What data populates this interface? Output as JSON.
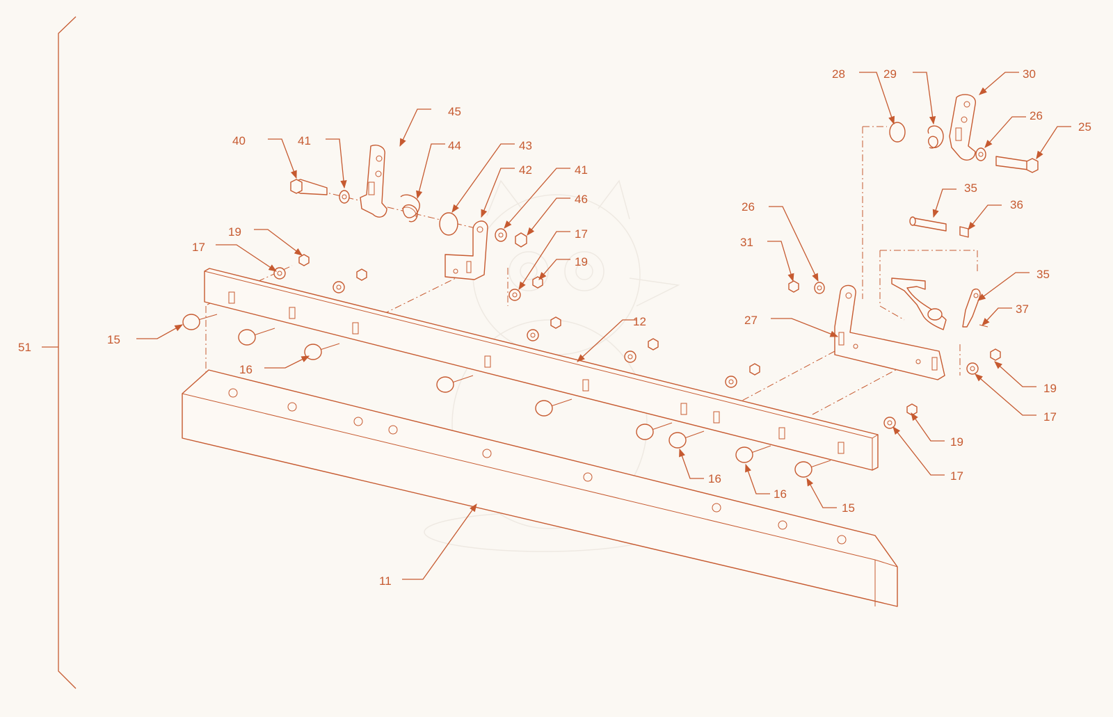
{
  "diagram": {
    "type": "exploded-parts-diagram",
    "line_color": "#c65a30",
    "background_color": "#fbf8f3",
    "assembly_label": "51",
    "callouts": [
      {
        "id": "c-51",
        "label": "51"
      },
      {
        "id": "c-40",
        "label": "40"
      },
      {
        "id": "c-41a",
        "label": "41"
      },
      {
        "id": "c-45",
        "label": "45"
      },
      {
        "id": "c-44",
        "label": "44"
      },
      {
        "id": "c-43",
        "label": "43"
      },
      {
        "id": "c-42",
        "label": "42"
      },
      {
        "id": "c-41b",
        "label": "41"
      },
      {
        "id": "c-46",
        "label": "46"
      },
      {
        "id": "c-19a",
        "label": "19"
      },
      {
        "id": "c-17a",
        "label": "17"
      },
      {
        "id": "c-17b",
        "label": "17"
      },
      {
        "id": "c-19b",
        "label": "19"
      },
      {
        "id": "c-15a",
        "label": "15"
      },
      {
        "id": "c-16a",
        "label": "16"
      },
      {
        "id": "c-12",
        "label": "12"
      },
      {
        "id": "c-11",
        "label": "11"
      },
      {
        "id": "c-28",
        "label": "28"
      },
      {
        "id": "c-29",
        "label": "29"
      },
      {
        "id": "c-30",
        "label": "30"
      },
      {
        "id": "c-26a",
        "label": "26"
      },
      {
        "id": "c-25",
        "label": "25"
      },
      {
        "id": "c-35a",
        "label": "35"
      },
      {
        "id": "c-36",
        "label": "36"
      },
      {
        "id": "c-26b",
        "label": "26"
      },
      {
        "id": "c-31",
        "label": "31"
      },
      {
        "id": "c-35b",
        "label": "35"
      },
      {
        "id": "c-37",
        "label": "37"
      },
      {
        "id": "c-27",
        "label": "27"
      },
      {
        "id": "c-19c",
        "label": "19"
      },
      {
        "id": "c-17c",
        "label": "17"
      },
      {
        "id": "c-19d",
        "label": "19"
      },
      {
        "id": "c-17d",
        "label": "17"
      },
      {
        "id": "c-16b",
        "label": "16"
      },
      {
        "id": "c-16c",
        "label": "16"
      },
      {
        "id": "c-15b",
        "label": "15"
      }
    ]
  }
}
